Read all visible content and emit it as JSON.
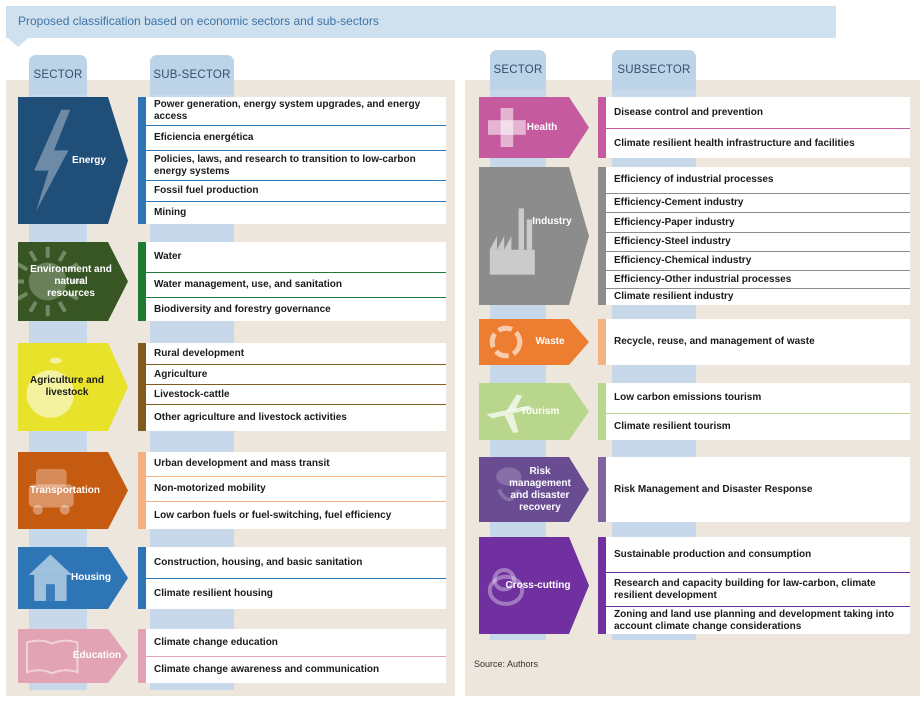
{
  "title": "Proposed classification based on economic sectors and sub-sectors",
  "left_headers": {
    "sector": "SECTOR",
    "subsector": "SUB-SECTOR"
  },
  "right_headers": {
    "sector": "SECTOR",
    "subsector": "SUBSECTOR"
  },
  "source": "Source: Authors",
  "sectors": [
    {
      "id": "energy",
      "label": "Energy",
      "icon": "lightning-icon",
      "color": "#1f4e79",
      "accent": "#2e75b6",
      "tint": "#dbe7f3",
      "subs": [
        "Power generation, energy system upgrades, and energy access",
        "Eficiencia energética",
        "Policies, laws, and research to transition to low-carbon energy systems",
        "Fossil fuel production",
        "Mining"
      ]
    },
    {
      "id": "environment",
      "label": "Environment and natural resources",
      "icon": "sun-icon",
      "color": "#375623",
      "accent": "#1e7b34",
      "tint": "#dbe9d1",
      "subs": [
        "Water",
        "Water management, use, and sanitation",
        "Biodiversity and forestry governance"
      ]
    },
    {
      "id": "agriculture",
      "label": "Agriculture and livestock",
      "icon": "apple-icon",
      "color": "#e8e22a",
      "accent": "#7f5b1e",
      "tint": "#f7f1c3",
      "subs": [
        "Rural development",
        "Agriculture",
        "Livestock-cattle",
        "Other agriculture and livestock activities"
      ]
    },
    {
      "id": "transportation",
      "label": "Transportation",
      "icon": "car-icon",
      "color": "#c55a11",
      "accent": "#f4b183",
      "tint": "#fbe5d6",
      "subs": [
        "Urban development and mass transit",
        "Non-motorized mobility",
        "Low carbon fuels or fuel-switching, fuel efficiency"
      ]
    },
    {
      "id": "housing",
      "label": "Housing",
      "icon": "house-icon",
      "color": "#2e75b6",
      "accent": "#2e75b6",
      "tint": "#dbe7f3",
      "subs": [
        "Construction, housing, and basic sanitation",
        "Climate resilient housing"
      ]
    },
    {
      "id": "education",
      "label": "Education",
      "icon": "book-icon",
      "color": "#e2a3b5",
      "accent": "#e2a3b5",
      "tint": "#f6dde4",
      "subs": [
        "Climate change education",
        "Climate change awareness and communication"
      ]
    },
    {
      "id": "health",
      "label": "Health",
      "icon": "cross-icon",
      "color": "#c55a9e",
      "accent": "#c55a9e",
      "tint": "#f2d4e6",
      "subs": [
        "Disease control and prevention",
        "Climate resilient health infrastructure and facilities"
      ]
    },
    {
      "id": "industry",
      "label": "Industry",
      "icon": "factory-icon",
      "color": "#8c8c8c",
      "accent": "#8c8c8c",
      "tint": "#e3e3e3",
      "subs": [
        "Efficiency of industrial processes",
        "Efficiency-Cement industry",
        "Efficiency-Paper industry",
        "Efficiency-Steel industry",
        "Efficiency-Chemical industry",
        "Efficiency-Other industrial processes",
        "Climate resilient industry"
      ]
    },
    {
      "id": "waste",
      "label": "Waste",
      "icon": "recycle-icon",
      "color": "#ed7d31",
      "accent": "#f4b183",
      "tint": "#fbe5d6",
      "subs": [
        "Recycle, reuse, and management of waste"
      ]
    },
    {
      "id": "tourism",
      "label": "Tourism",
      "icon": "airplane-icon",
      "color": "#b8d68c",
      "accent": "#b8d68c",
      "tint": "#e7f1da",
      "subs": [
        "Low carbon emissions tourism",
        "Climate resilient tourism"
      ]
    },
    {
      "id": "risk",
      "label": "Risk management and disaster recovery",
      "icon": "storm-icon",
      "color": "#6a4c93",
      "accent": "#8064a2",
      "tint": "#e4dced",
      "subs": [
        "Risk Management and Disaster Response"
      ]
    },
    {
      "id": "crosscutting",
      "label": "Cross-cutting",
      "icon": "cloud-icon",
      "color": "#7030a0",
      "accent": "#7030a0",
      "tint": "#e6d5f0",
      "subs": [
        "Sustainable production and consumption",
        "Research and capacity building for law-carbon, climate resilient development",
        "Zoning and land use planning and development taking into account climate change considerations"
      ]
    }
  ]
}
